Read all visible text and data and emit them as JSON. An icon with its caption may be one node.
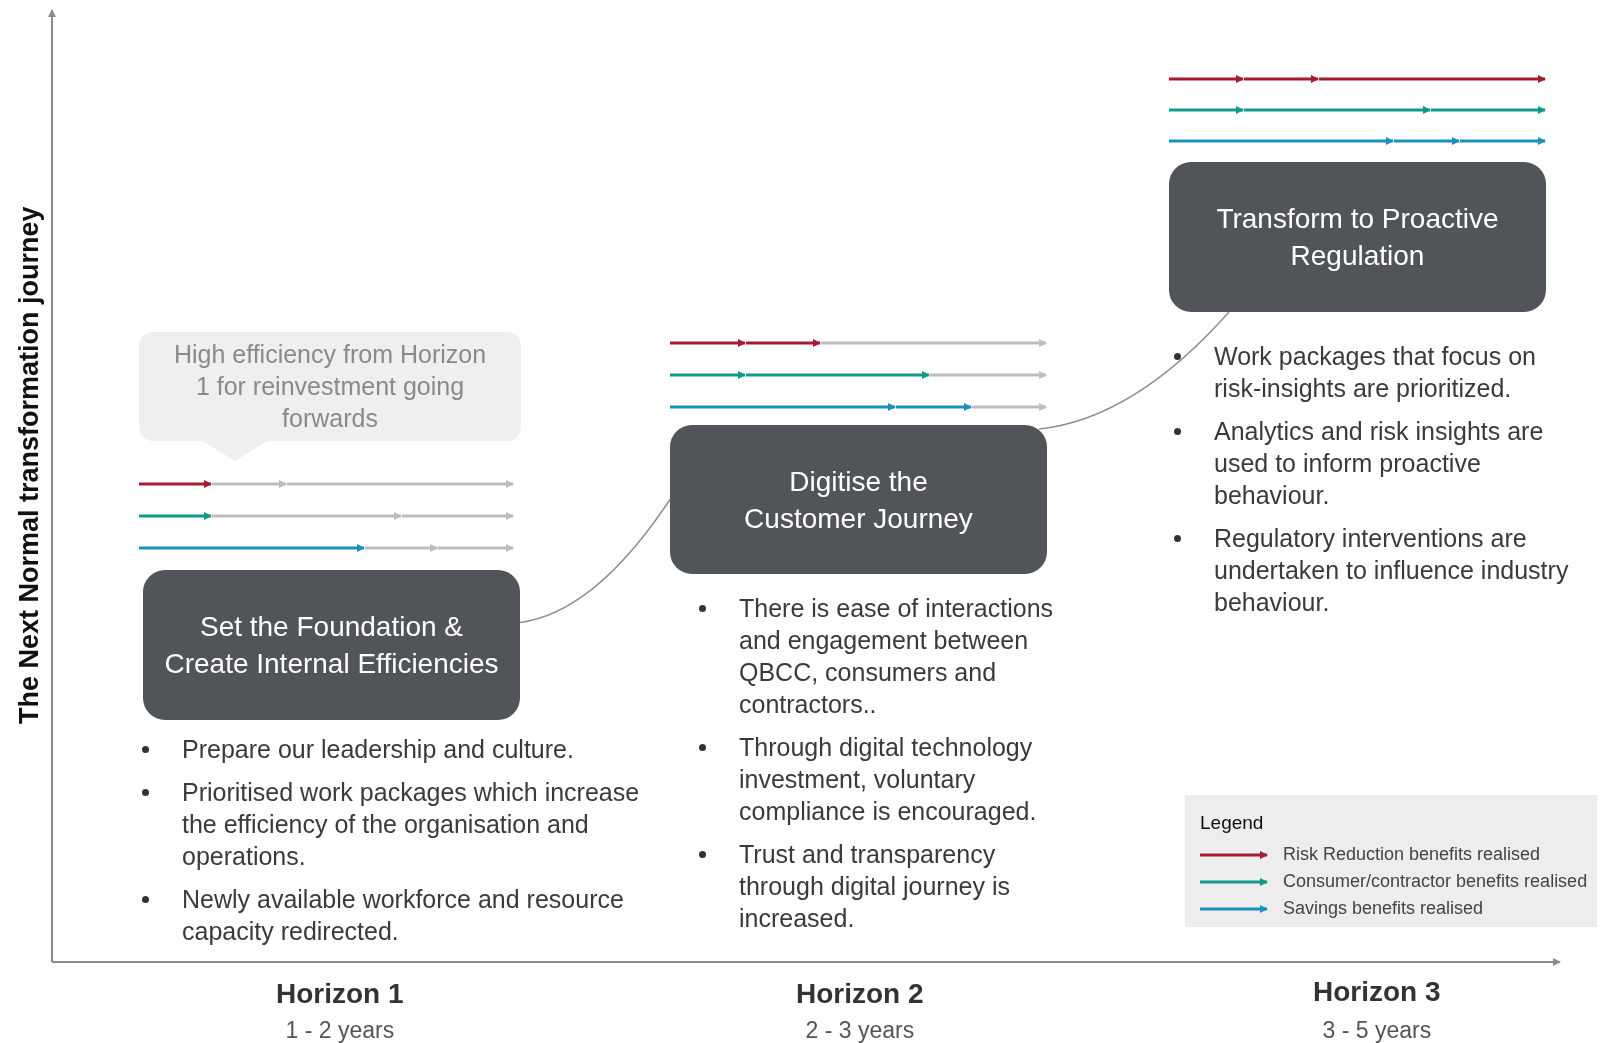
{
  "diagram": {
    "nodes": [
      {
        "text": [
          "High efficiency from Horizon 1 for reinvestment going forwards"
        ]
      },
      {
        "text": [
          "Set the Foundation & Create Internal Efficiencies"
        ],
        "beside": [
          "Prepare our leadership and culture.",
          "Prioritised work packages which increase the efficiency of the organisation and operations.",
          "Newly available workforce and resource capacity redirected."
        ]
      },
      {
        "text": [
          "Digitise the Customer Journey"
        ],
        "beside": [
          "There is ease of interactions and engagement between QBCC, consumers and contractors..",
          "Through digital technology investment, voluntary compliance is encouraged.",
          "Trust and transparency through digital journey is increased."
        ]
      },
      {
        "text": [
          "Transform to Proactive Regulation"
        ],
        "beside": [
          "Work packages that focus on risk-insights are prioritized.",
          "Analytics and risk insights are used to inform proactive behaviour.",
          "Regulatory interventions are undertaken to influence industry behaviour."
        ]
      }
    ],
    "edges": [
      {
        "from": 1,
        "to": 2,
        "arrow": "none"
      },
      {
        "from": 2,
        "to": 3,
        "arrow": "none"
      }
    ],
    "labels": [
      "The Next Normal transformation journey",
      "Horizon 1",
      "1 - 2 years",
      "Horizon 2",
      "2 - 3 years",
      "Horizon 3",
      "3 - 5 years",
      "Legend"
    ],
    "legend": [
      {
        "text": "Risk Reduction benefits realised"
      },
      {
        "text": "Consumer/contractor benefits realised"
      },
      {
        "text": "Savings benefits realised"
      }
    ]
  }
}
